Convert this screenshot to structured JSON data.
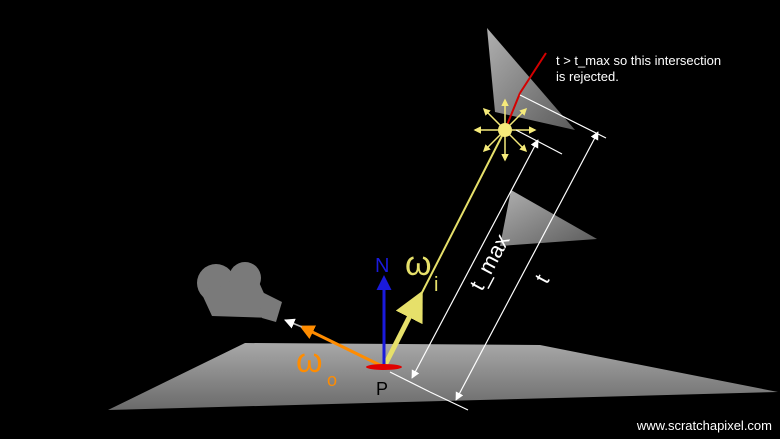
{
  "note": {
    "line1": "t > t_max so this intersection",
    "line2": "is rejected."
  },
  "labels": {
    "normal": "N",
    "omega": "ω",
    "sub_i": "i",
    "sub_o": "o",
    "point": "P",
    "t_max": "t_max",
    "t": "t"
  },
  "credit": "www.scratchapixel.com",
  "colors": {
    "background": "#000000",
    "ground": "#8a8a8a",
    "occluder": "#8c8c8c",
    "incoming": "#e6e06a",
    "outgoing": "#ff8c00",
    "normal": "#1a1adc",
    "light": "#f5ea7a",
    "rejected": "#d40000",
    "point_mark": "#e00000",
    "camera": "#7a7a7a"
  },
  "icons": [
    "point-light-icon",
    "camera-icon"
  ]
}
